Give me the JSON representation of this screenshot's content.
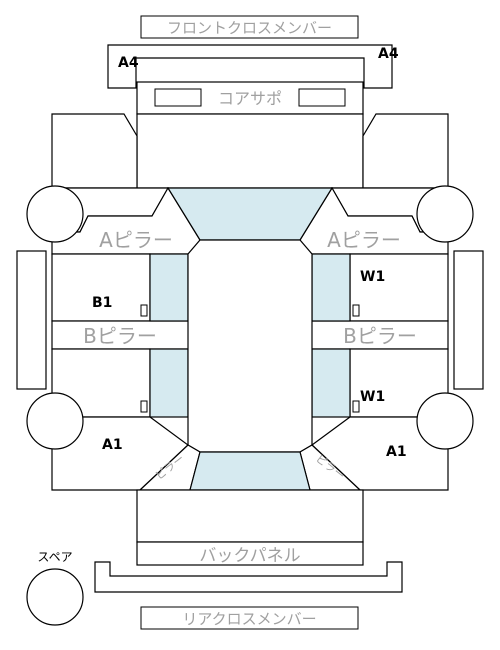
{
  "labels": {
    "front_cross_member": "フロントクロスメンバー",
    "core_support": "コアサポ",
    "a_pillar": "Aピラー",
    "b_pillar": "Bピラー",
    "back_panel": "バックパネル",
    "rear_cross_member": "リアクロスメンバー",
    "spare": "スペア",
    "a4_left": "A4",
    "a4_right": "A4",
    "b1": "B1",
    "w1_top": "W1",
    "w1_bottom": "W1",
    "a1_left": "A1",
    "a1_right": "A1",
    "pillar_rl": "ピラー",
    "pillar_rr": "ピラー"
  },
  "colors": {
    "glass": "#d6eaf0",
    "label_gray": "#a0a0a0",
    "line": "#000000"
  }
}
